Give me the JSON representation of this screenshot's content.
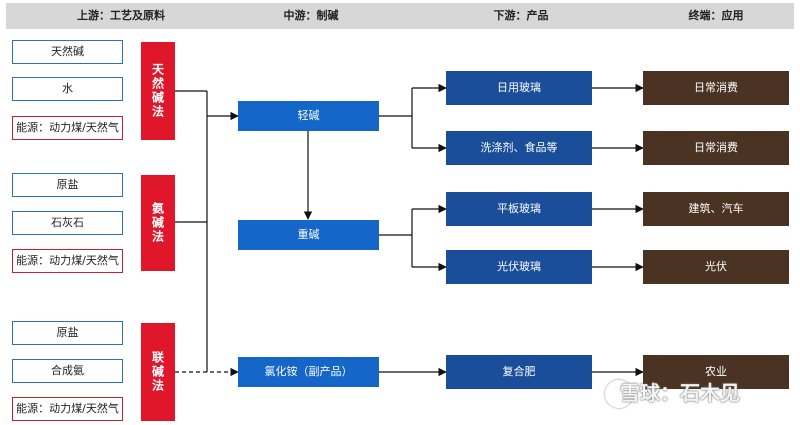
{
  "header": {
    "upstream": "上游：工艺及原料",
    "midstream": "中游：制碱",
    "downstream": "下游：产品",
    "terminal": "终端：应用"
  },
  "inputs": {
    "natural": [
      "天然碱",
      "水",
      "能源：动力煤/天然气"
    ],
    "ammonia": [
      "原盐",
      "石灰石",
      "能源：动力煤/天然气"
    ],
    "joint": [
      "原盐",
      "合成氨",
      "能源：动力煤/天然气"
    ]
  },
  "processes": [
    "天然碱法",
    "氨碱法",
    "联碱法"
  ],
  "midstream": [
    "轻碱",
    "重碱",
    "氯化铵（副产品）"
  ],
  "products": [
    "日用玻璃",
    "洗涤剂、食品等",
    "平板玻璃",
    "光伏玻璃",
    "复合肥"
  ],
  "applications": [
    "日常消费",
    "日常消费",
    "建筑、汽车",
    "光伏",
    "农业"
  ],
  "watermark": "雪球：石木见",
  "colors": {
    "header_bg": "#d7d7d7",
    "process_red": "#e0162b",
    "mid_blue": "#1466c8",
    "down_blue": "#1a4e9b",
    "end_brown": "#4a3322"
  }
}
